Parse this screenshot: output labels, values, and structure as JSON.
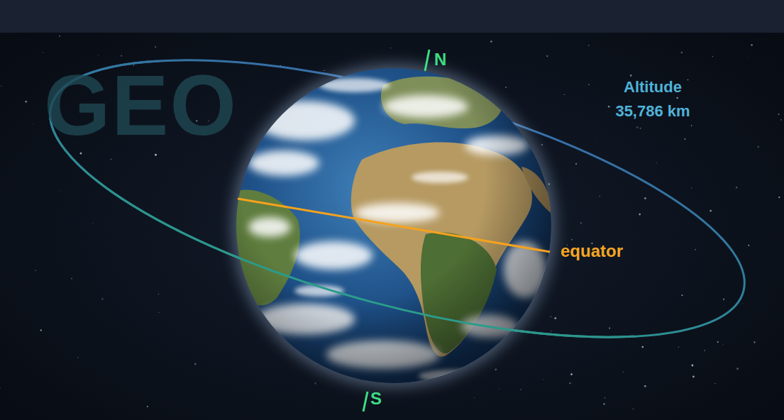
{
  "diagram": {
    "labels": [
      "GEO",
      "N",
      "S",
      "Altitude 35,786 km",
      "equator"
    ]
  }
}
